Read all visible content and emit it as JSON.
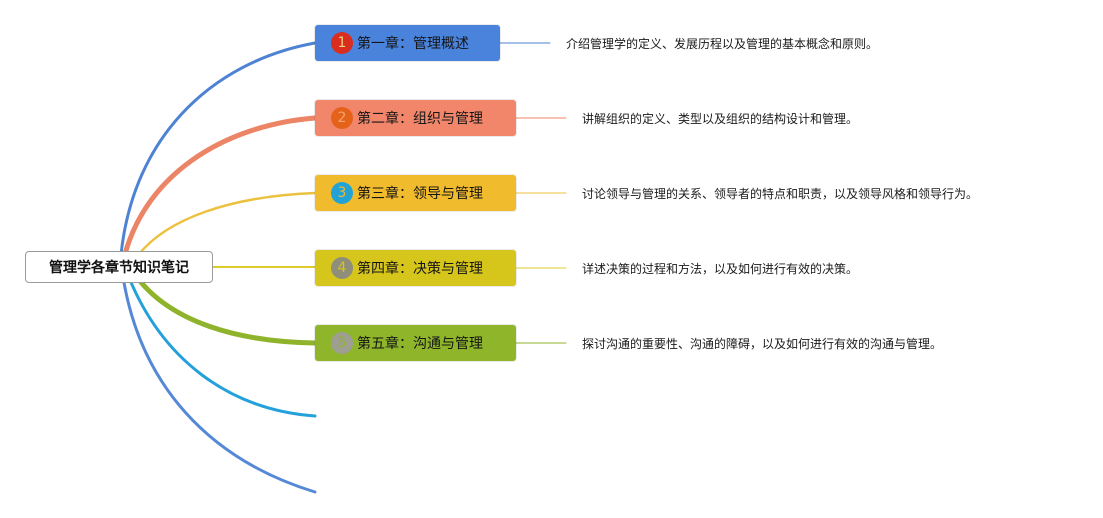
{
  "root": {
    "label": "管理学各章节知识笔记"
  },
  "chapters": [
    {
      "number": "1",
      "label": "第一章：管理概述",
      "description": "介绍管理学的定义、发展历程以及管理的基本概念和原则。",
      "box_color": "#4a83dc",
      "badge_color": "#d82d1f",
      "badge_text_color": "#f3d37c",
      "branch_color": "#4d83d2"
    },
    {
      "number": "2",
      "label": "第二章：组织与管理",
      "description": "讲解组织的定义、类型以及组织的结构设计和管理。",
      "box_color": "#f1866a",
      "badge_color": "#e4621a",
      "badge_text_color": "#f2a36e",
      "branch_color": "#ec8466"
    },
    {
      "number": "3",
      "label": "第三章：领导与管理",
      "description": "讨论领导与管理的关系、领导者的特点和职责，以及领导风格和领导行为。",
      "box_color": "#f0bb2c",
      "badge_color": "#23a2d6",
      "badge_text_color": "#f0bb2c",
      "branch_color": "#ecc140"
    },
    {
      "number": "4",
      "label": "第四章：决策与管理",
      "description": "详述决策的过程和方法，以及如何进行有效的决策。",
      "box_color": "#d6c51a",
      "badge_color": "#8e8e7a",
      "badge_text_color": "#d6c51a",
      "branch_color": "#dccb2c"
    },
    {
      "number": "5",
      "label": "第五章：沟通与管理",
      "description": "探讨沟通的重要性、沟通的障碍，以及如何进行有效的沟通与管理。",
      "box_color": "#8fb52b",
      "badge_color": "#9e9e93",
      "badge_text_color": "#8fb52b",
      "branch_color": "#8fb32a"
    }
  ],
  "empty_branches": [
    {
      "color": "#24a0da"
    },
    {
      "color": "#5589d6"
    }
  ]
}
